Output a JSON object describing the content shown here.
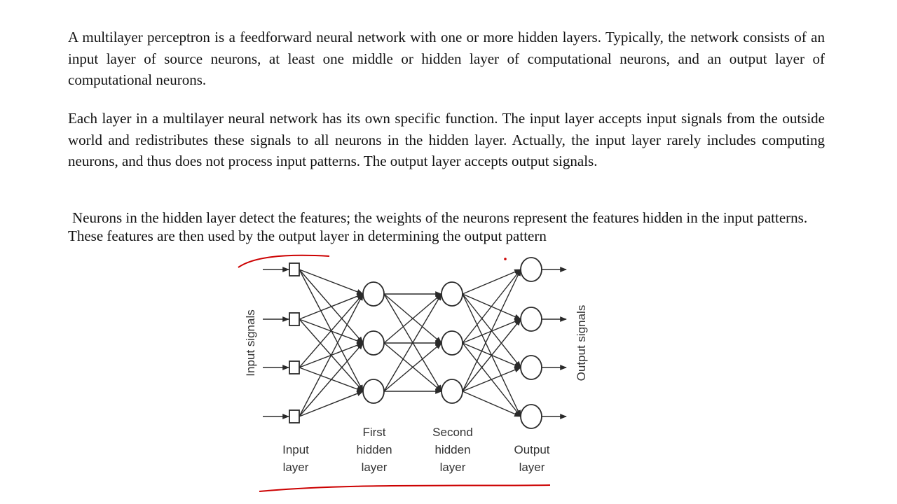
{
  "paragraphs": [
    "A multilayer perceptron is a feedforward neural network with one or more hidden layers. Typically, the network consists of an input layer of source neurons, at least one middle or hidden layer of computational neurons, and an output layer of computational neurons.",
    "Each layer in a multilayer neural network has its own specific function. The input layer accepts input signals from the outside world and redistributes these signals to all neurons in the hidden layer. Actually, the input layer rarely includes computing neurons, and thus does not process input patterns. The output layer accepts output signals.",
    "Neurons in the hidden layer detect the features; the weights of the neurons represent the features hidden in the input patterns. These features are then used by the output layer in determining the output pattern"
  ],
  "diagram": {
    "side_left": "Input signals",
    "side_right": "Output signals",
    "layer_labels": [
      [
        "Input",
        "layer"
      ],
      [
        "First",
        "hidden",
        "layer"
      ],
      [
        "Second",
        "hidden",
        "layer"
      ],
      [
        "Output",
        "layer"
      ]
    ],
    "neuron_counts": [
      4,
      3,
      3,
      4
    ]
  },
  "colors": {
    "text": "#111111",
    "diagram_line": "#2a2a2a",
    "annotation": "#cc0000"
  }
}
